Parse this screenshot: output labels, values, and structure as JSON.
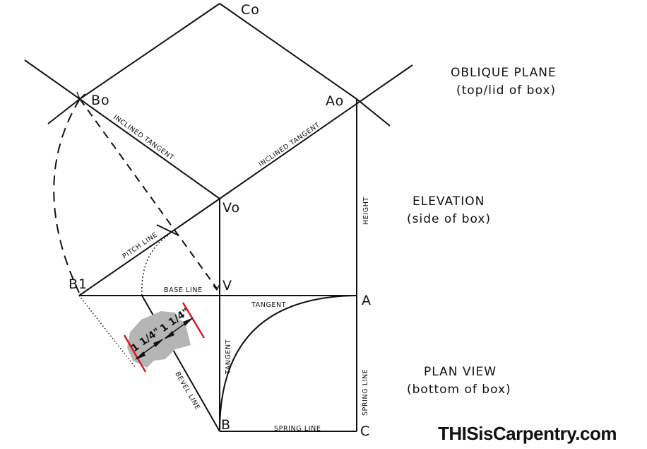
{
  "points": {
    "co": "Co",
    "bo": "Bo",
    "ao": "Ao",
    "vo": "Vo",
    "v": "V",
    "b1": "B1",
    "a": "A",
    "b": "B",
    "c": "C"
  },
  "line_labels": {
    "inclined_tangent_left": "INCLINED TANGENT",
    "inclined_tangent_right": "INCLINED TANGENT",
    "height": "HEIGHT",
    "pitch_line": "PITCH LINE",
    "base_line": "BASE LINE",
    "tangent_horizontal": "TANGENT",
    "tangent_vertical": "TANGENT",
    "spring_line_vertical": "SPRING LINE",
    "spring_line_horizontal": "SPRING LINE",
    "bevel_line": "BEVEL LINE"
  },
  "headings": {
    "oblique_title": "OBLIQUE PLANE",
    "oblique_sub": "(top/lid of box)",
    "elevation_title": "ELEVATION",
    "elevation_sub": "(side of box)",
    "plan_title": "PLAN VIEW",
    "plan_sub": "(bottom of box)"
  },
  "dimensions": {
    "left": "1 1/4\"",
    "right": "1 1/4\""
  },
  "brand": {
    "text": "THISisCarpentry.com"
  },
  "colors": {
    "line": "#111111",
    "marker": "#d81e1e",
    "shade": "#b5b5b5"
  }
}
